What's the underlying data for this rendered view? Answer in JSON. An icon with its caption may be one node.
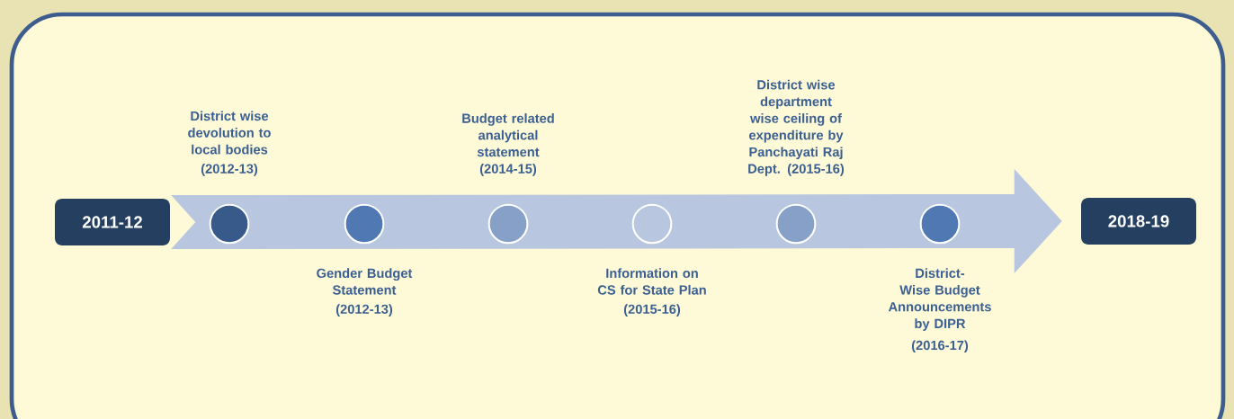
{
  "diagram": {
    "nodes": [
      {
        "text": [
          "2011-12"
        ]
      },
      {
        "text": [],
        "shape": "circle",
        "beside": [
          "District wise devolution to local bodies",
          "(2012-13)"
        ]
      },
      {
        "text": [],
        "shape": "circle",
        "beside": [
          "Gender Budget Statement",
          "(2012-13)"
        ]
      },
      {
        "text": [],
        "shape": "circle",
        "beside": [
          "Budget related analytical statement (2014-15)"
        ]
      },
      {
        "text": [],
        "shape": "circle",
        "beside": [
          "Information on CS for State Plan",
          "(2015-16)"
        ]
      },
      {
        "text": [],
        "shape": "circle",
        "beside": [
          "District wise department wise ceiling of expenditure by Panchayati Raj Dept. (2015-16)"
        ]
      },
      {
        "text": [],
        "shape": "circle",
        "beside": [
          "District-Wise Budget Announcements by DIPR",
          "(2016-17)"
        ]
      },
      {
        "text": [
          "2018-19"
        ]
      }
    ],
    "edges": [
      {
        "from": 0,
        "to": 7,
        "arrow": "to"
      }
    ]
  }
}
